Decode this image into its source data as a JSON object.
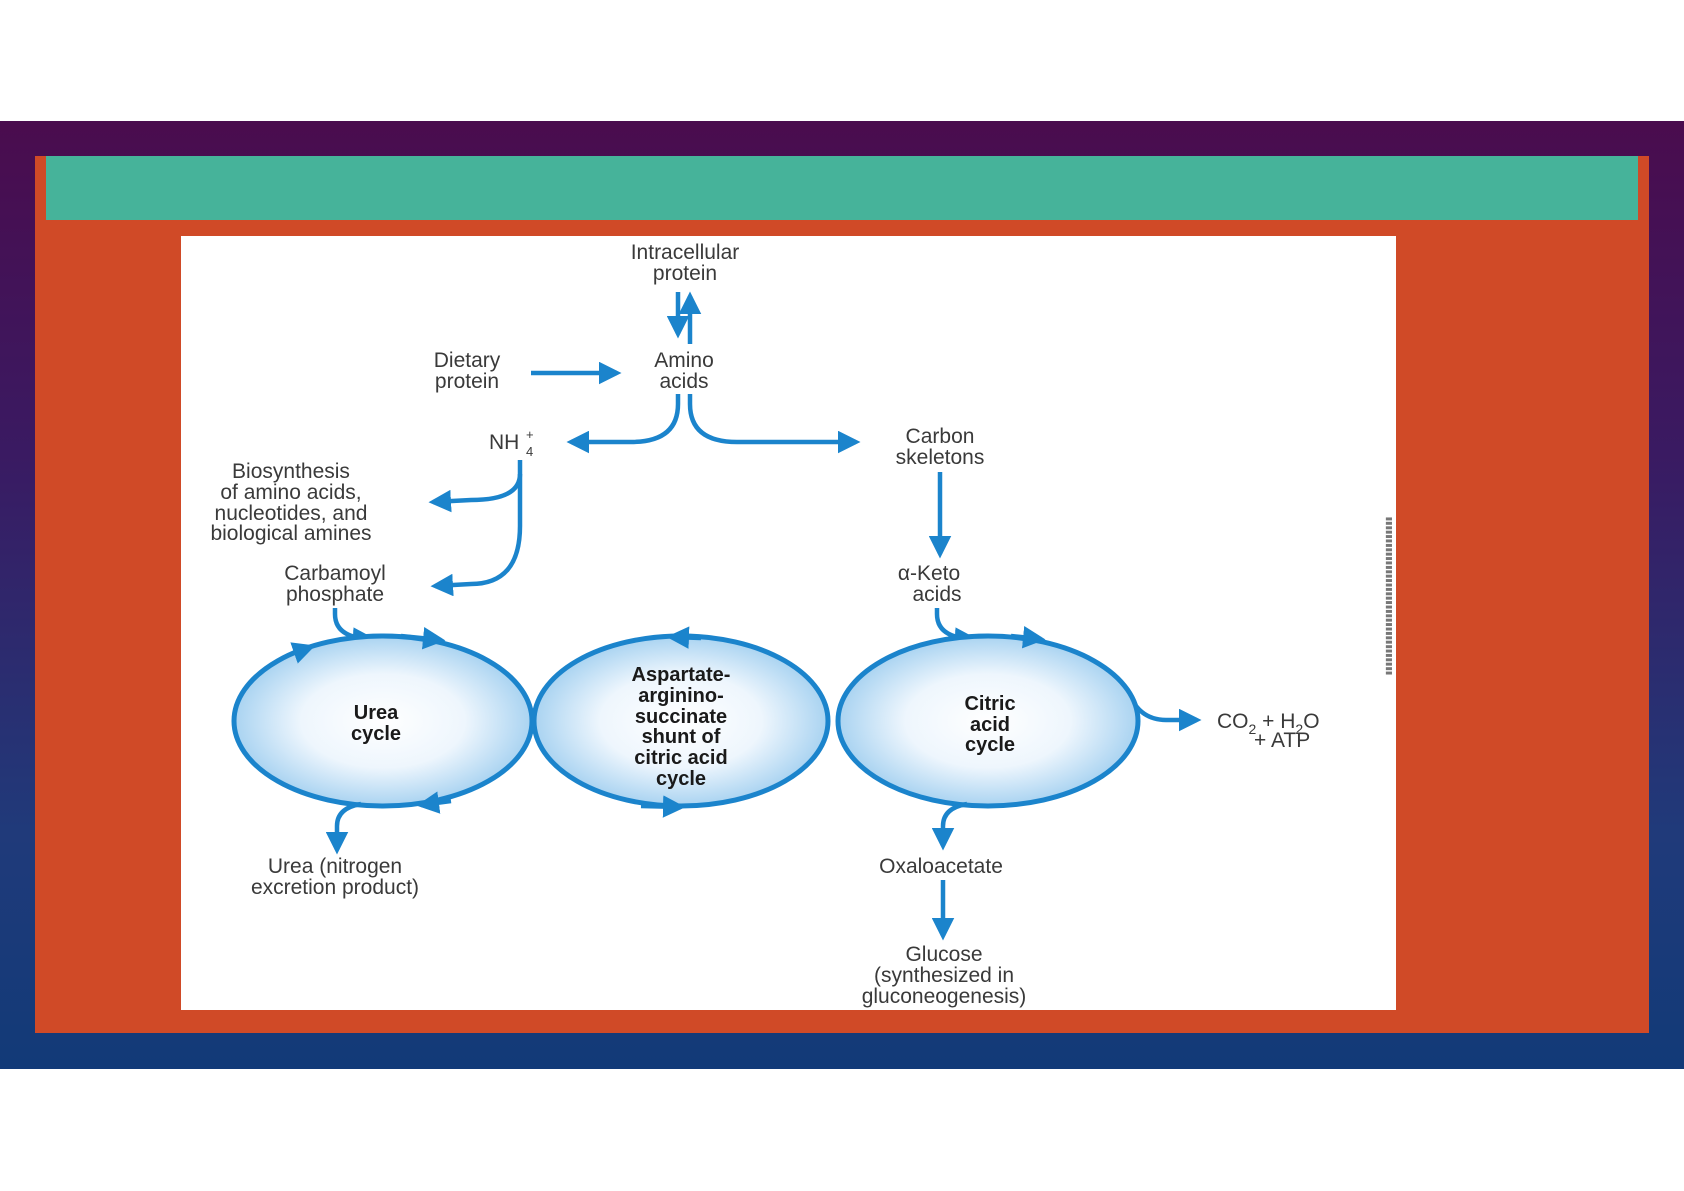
{
  "slide": {
    "title": ""
  },
  "diagram": {
    "nodes": {
      "intracellular_protein": [
        "Intracellular",
        "protein"
      ],
      "dietary_protein": [
        "Dietary",
        "protein"
      ],
      "amino_acids": [
        "Amino",
        "acids"
      ],
      "nh4": "NH",
      "nh4_sub": "4",
      "nh4_sup": "+",
      "carbon_skeletons": [
        "Carbon",
        "skeletons"
      ],
      "biosynthesis": [
        "Biosynthesis",
        "of amino acids,",
        "nucleotides, and",
        "biological amines"
      ],
      "carbamoyl_phosphate": [
        "Carbamoyl",
        "phosphate"
      ],
      "alpha_keto": [
        "α-Keto",
        "acids"
      ],
      "urea": [
        "Urea (nitrogen",
        "excretion product)"
      ],
      "oxaloacetate": "Oxaloacetate",
      "glucose": [
        "Glucose",
        "(synthesized in",
        "gluconeogenesis)"
      ]
    },
    "cycles": {
      "urea_cycle": [
        "Urea",
        "cycle"
      ],
      "aspartate_shunt": [
        "Aspartate-",
        "arginino-",
        "succinate",
        "shunt of",
        "citric acid",
        "cycle"
      ],
      "citric_acid_cycle": [
        "Citric",
        "acid",
        "cycle"
      ]
    },
    "co2": {
      "line1_a": "CO",
      "line1_sub1": "2",
      "line1_b": " + H",
      "line1_sub2": "2",
      "line1_c": "O",
      "line2": "+ ATP"
    },
    "colors": {
      "arrow": "#1b84cc",
      "cycle_fill_center": "#ffffff",
      "cycle_fill_edge": "#a9d3f1"
    }
  }
}
